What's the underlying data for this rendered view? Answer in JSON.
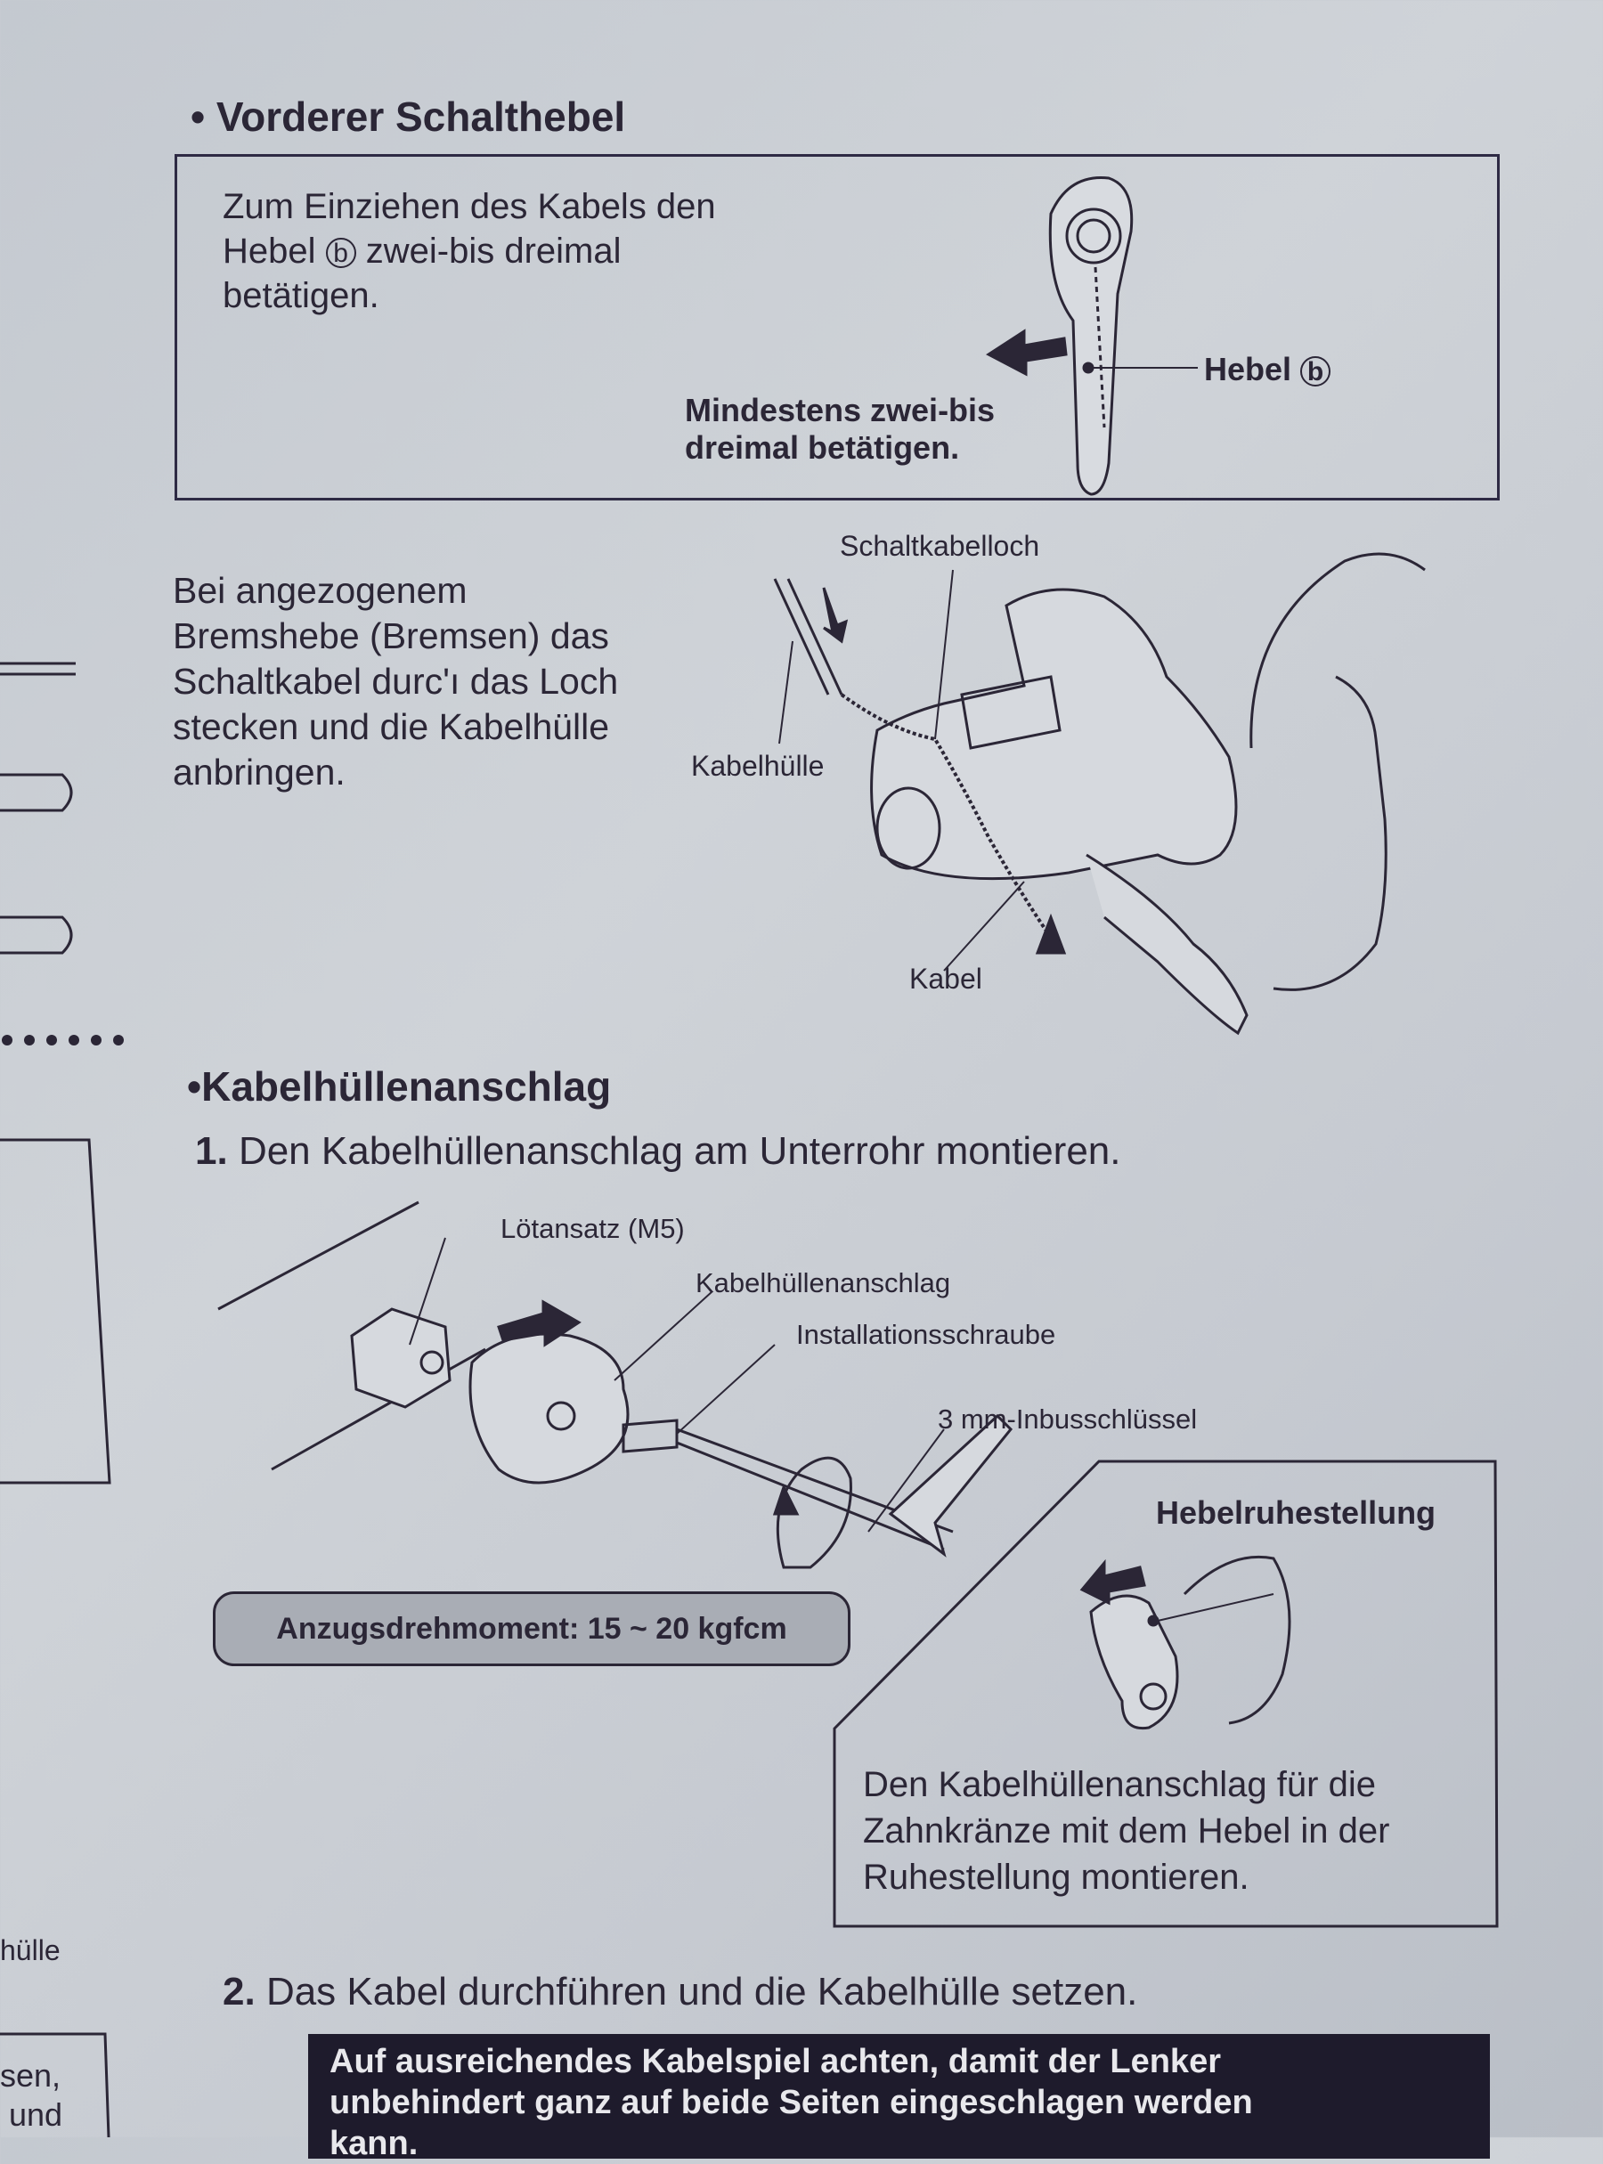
{
  "section1": {
    "heading": "• Vorderer Schalthebel",
    "box_text": [
      "Zum Einziehen des Kabels den",
      "zwei-bis dreimal",
      "betätigen."
    ],
    "box_text_hebel": "Hebel",
    "circle_b": "b",
    "note": [
      "Mindestens zwei-bis",
      "dreimal betätigen."
    ],
    "hebel_label": "Hebel"
  },
  "section2": {
    "paragraph": [
      "Bei angezogenem",
      "Bremshebe (Bremsen) das",
      "Schaltkabel durc'ı das Loch",
      "stecken und die Kabelhülle",
      "anbringen."
    ],
    "labels": {
      "hole": "Schaltkabelloch",
      "housing": "Kabelhülle",
      "cable": "Kabel"
    }
  },
  "section3": {
    "heading": "•Kabelhüllenanschlag",
    "step1_num": "1.",
    "step1": "Den Kabelhüllenanschlag am Unterrohr montieren.",
    "labels": {
      "boss": "Lötansatz (M5)",
      "stop": "Kabelhüllenanschlag",
      "screw": "Installationsschraube",
      "key": "3 mm-Inbusschlüssel"
    },
    "torque": "Anzugsdrehmoment: 15 ~ 20 kgfcm",
    "rest_box": {
      "title": "Hebelruhestellung",
      "text": [
        "Den Kabelhüllenanschlag für die",
        "Zahnkränze mit dem Hebel in der",
        "Ruhestellung montieren."
      ]
    },
    "step2_num": "2.",
    "step2": "Das Kabel durchführen und die Kabelhülle setzen.",
    "warning": [
      "Auf ausreichendes Kabelspiel achten, damit der Lenker",
      "unbehindert ganz auf beide Seiten eingeschlagen werden",
      "kann."
    ]
  },
  "left_fragments": [
    "hülle",
    "sen,",
    "und"
  ]
}
